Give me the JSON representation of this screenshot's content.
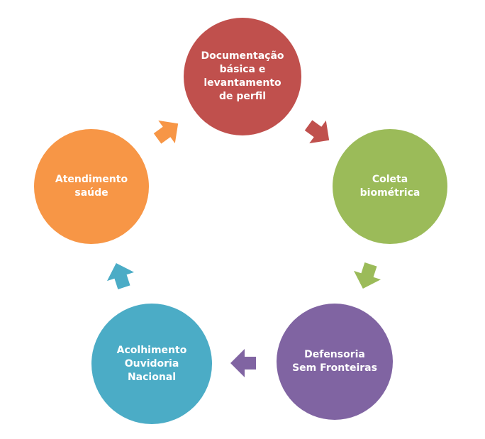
{
  "diagram": {
    "nodes": [
      {
        "label": "Documentação\nbásica e\nlevantamento\nde perfil",
        "color": "#c0504d"
      },
      {
        "label": "Coleta\nbiométrica",
        "color": "#9bbb59"
      },
      {
        "label": "Defensoria\nSem Fronteiras",
        "color": "#8064a2"
      },
      {
        "label": "Acolhimento\nOuvidoria\nNacional",
        "color": "#4bacc6"
      },
      {
        "label": "Atendimento\nsaúde",
        "color": "#f79646"
      }
    ],
    "arrows": [
      {
        "from": 0,
        "to": 1,
        "color": "#c0504d"
      },
      {
        "from": 1,
        "to": 2,
        "color": "#9bbb59"
      },
      {
        "from": 2,
        "to": 3,
        "color": "#8064a2"
      },
      {
        "from": 3,
        "to": 4,
        "color": "#4bacc6"
      },
      {
        "from": 4,
        "to": 0,
        "color": "#f79646"
      }
    ]
  }
}
